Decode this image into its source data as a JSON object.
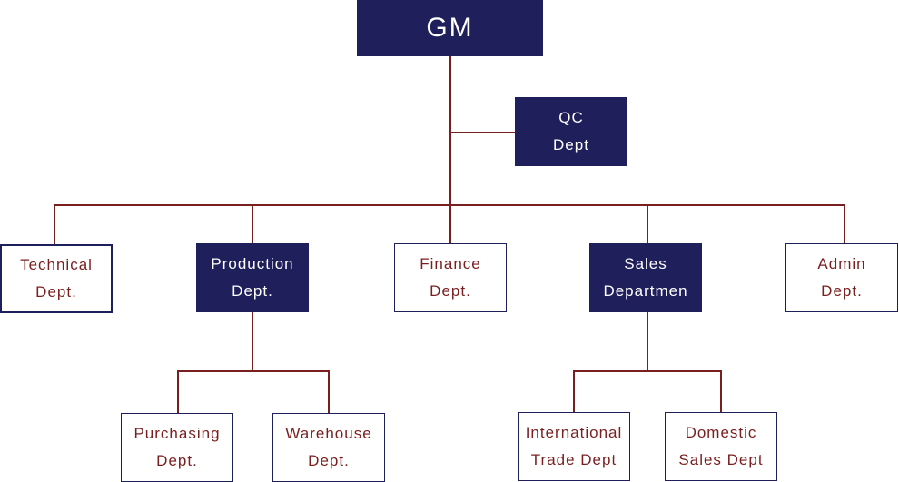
{
  "colors": {
    "dark_box": "#1f1f5c",
    "light_text": "#7a1f1f",
    "connector": "#7a1f1f"
  },
  "gm": {
    "line1": "GM"
  },
  "qc": {
    "line1": "QC",
    "line2": "Dept"
  },
  "departments": {
    "technical": {
      "line1": "Technical",
      "line2": "Dept."
    },
    "production": {
      "line1": "Production",
      "line2": "Dept."
    },
    "finance": {
      "line1": "Finance",
      "line2": "Dept."
    },
    "sales": {
      "line1": "Sales",
      "line2": "Departmen"
    },
    "admin": {
      "line1": "Admin",
      "line2": "Dept."
    }
  },
  "sub_departments": {
    "purchasing": {
      "line1": "Purchasing",
      "line2": "Dept."
    },
    "warehouse": {
      "line1": "Warehouse",
      "line2": "Dept."
    },
    "international_trade": {
      "line1": "International",
      "line2": "Trade Dept"
    },
    "domestic_sales": {
      "line1": "Domestic",
      "line2": "Sales Dept"
    }
  }
}
